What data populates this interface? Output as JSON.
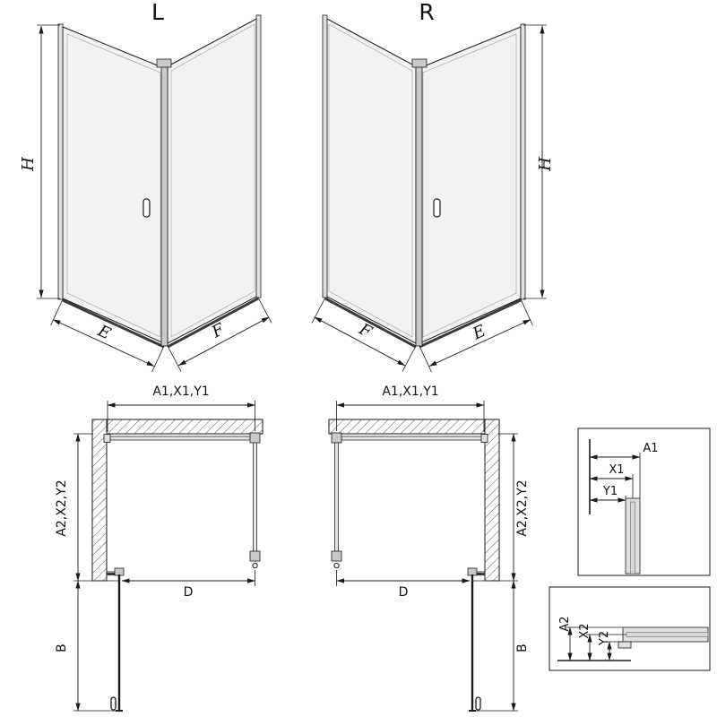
{
  "iso_left": {
    "title": "L",
    "h": "H",
    "e": "E",
    "f": "F"
  },
  "iso_right": {
    "title": "R",
    "h": "H",
    "e": "E",
    "f": "F"
  },
  "plan_left": {
    "top": "A1,X1,Y1",
    "side": "A2,X2,Y2",
    "d": "D",
    "b": "B"
  },
  "plan_right": {
    "top": "A1,X1,Y1",
    "side": "A2,X2,Y2",
    "d": "D",
    "b": "B"
  },
  "detail_width": {
    "a1": "A1",
    "x1": "X1",
    "y1": "Y1"
  },
  "detail_depth": {
    "a2": "A2",
    "x2": "X2",
    "y2": "Y2"
  },
  "colors": {
    "line": "#1a1a1a",
    "glass": "#f2f2f2",
    "profile": "#e0e0e0"
  }
}
